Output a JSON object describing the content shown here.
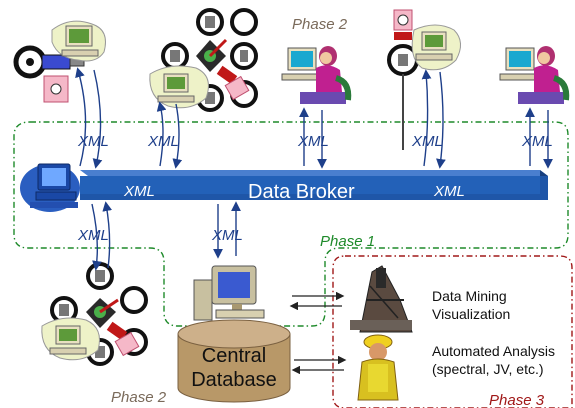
{
  "labels": {
    "phase2_top": "Phase 2",
    "phase2_bottom": "Phase 2",
    "phase1": "Phase 1",
    "phase3": "Phase 3",
    "xml": "XML",
    "data_broker": "Data Broker",
    "central_db_line1": "Central",
    "central_db_line2": "Database",
    "data_mining_line1": "Data Mining",
    "data_mining_line2": "Visualization",
    "auto_analysis_line1": "Automated Analysis",
    "auto_analysis_line2": "(spectral, JV, etc.)"
  },
  "colors": {
    "broker_fill": "#1f56a8",
    "broker_top": "#4a7fcf",
    "phase1_border": "#1e8a2a",
    "phase3_border": "#a01818",
    "phase_text_green": "#1e8a2a",
    "phase_text_red": "#a01818",
    "phase_text_gray": "#7a6a5a",
    "arrow": "#1e3f8a",
    "db_fill": "#b89868"
  },
  "icons": [
    "robot-station-icon",
    "desktop-computer-icon",
    "woman-at-computer-icon",
    "probe-station-icon",
    "laptop-icon",
    "mining-tower-icon",
    "worker-icon",
    "database-cylinder-icon"
  ]
}
